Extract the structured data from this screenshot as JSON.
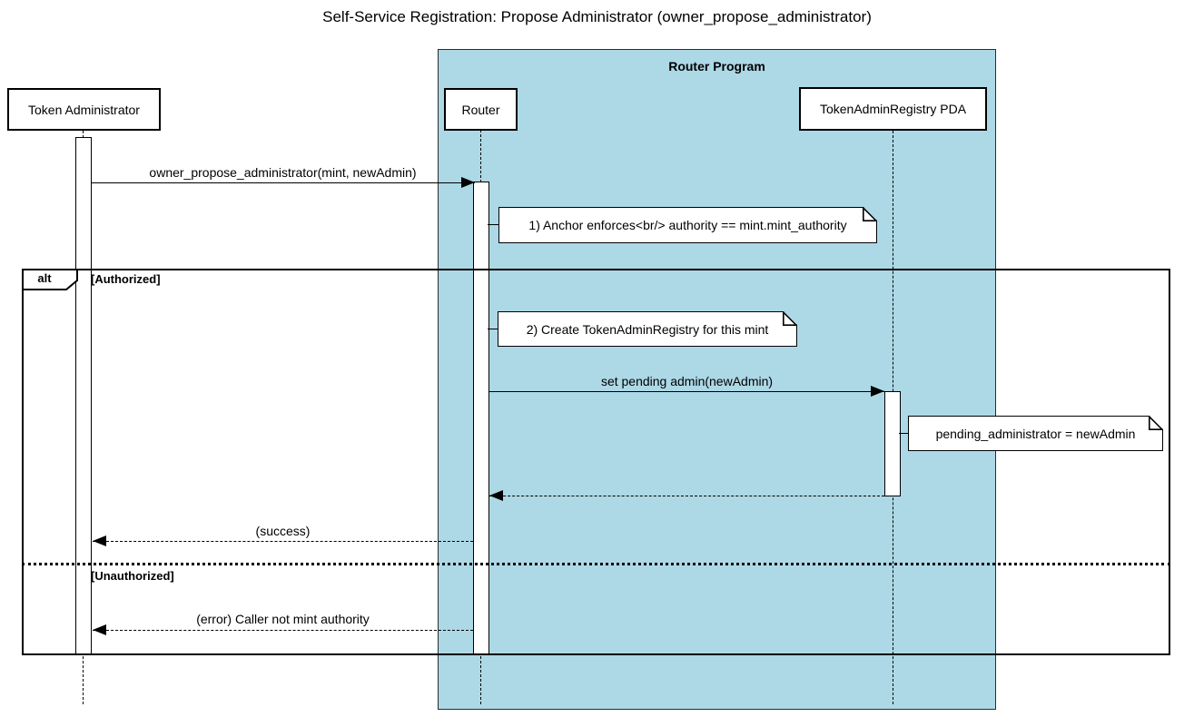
{
  "title": "Self-Service Registration: Propose Administrator (owner_propose_administrator)",
  "colors": {
    "program_box_fill": "#ADD8E6",
    "note_fill": "#FFFFFF",
    "line_color": "#000000"
  },
  "program_box": {
    "label": "Router Program"
  },
  "participants": [
    {
      "id": "token-administrator",
      "label": "Token Administrator"
    },
    {
      "id": "router",
      "label": "Router"
    },
    {
      "id": "token-admin-registry-pda",
      "label": "TokenAdminRegistry PDA"
    }
  ],
  "messages": {
    "propose": {
      "label": "owner_propose_administrator(mint, newAdmin)",
      "style": "solid",
      "from": "Token Administrator",
      "to": "Router"
    },
    "set_pending": {
      "label": "set pending admin(newAdmin)",
      "style": "solid",
      "from": "Router",
      "to": "TokenAdminRegistry PDA"
    },
    "registry_return": {
      "label": "",
      "style": "dashed",
      "from": "TokenAdminRegistry PDA",
      "to": "Router"
    },
    "success": {
      "label": "(success)",
      "style": "dashed",
      "from": "Router",
      "to": "Token Administrator"
    },
    "error": {
      "label": "(error) Caller not mint authority",
      "style": "dashed",
      "from": "Router",
      "to": "Token Administrator"
    }
  },
  "notes": {
    "anchor_enforces": "1) Anchor enforces<br/> authority == mint.mint_authority",
    "create_registry": "2) Create TokenAdminRegistry for this mint",
    "pending_admin": "pending_administrator = newAdmin"
  },
  "alt_frame": {
    "operator": "alt",
    "guard_authorized": "[Authorized]",
    "guard_unauthorized": "[Unauthorized]"
  }
}
